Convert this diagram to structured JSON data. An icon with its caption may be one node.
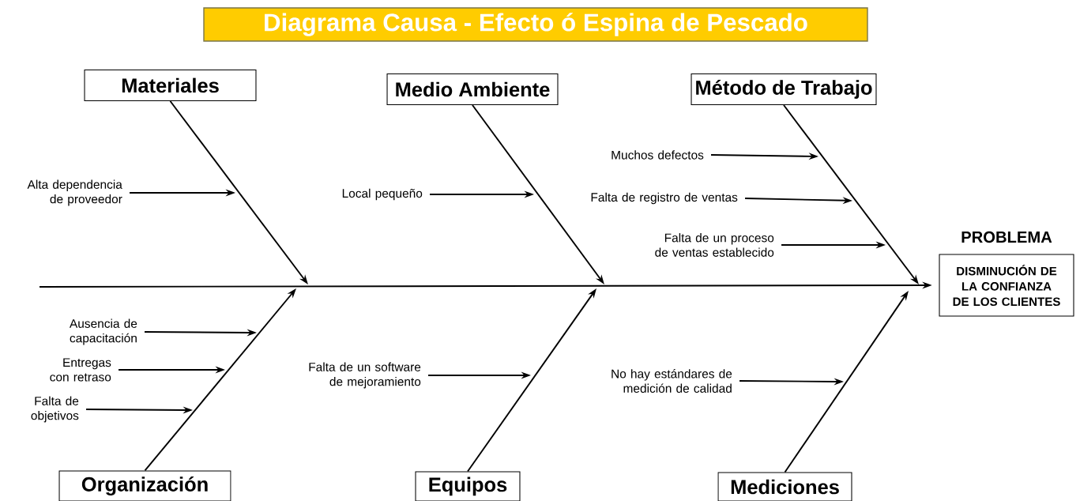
{
  "diagram": {
    "title": "Diagrama Causa - Efecto ó Espina de Pescado",
    "nodes": [
      {
        "text": [
          "Materiales"
        ]
      },
      {
        "text": [
          "Medio Ambiente"
        ]
      },
      {
        "text": [
          "Método de Trabajo"
        ]
      },
      {
        "text": [
          "Muchos defectos"
        ]
      },
      {
        "text": [
          "Alta dependencia de proveedor"
        ]
      },
      {
        "text": [
          "Local pequeño"
        ]
      },
      {
        "text": [
          "Falta de registro de ventas"
        ]
      },
      {
        "text": [
          "Falta de un proceso de ventas establecido"
        ]
      },
      {
        "text": [
          "PROBLEMA",
          "DISMINUCIÓN DE LA CONFIANZA DE LOS CLIENTES"
        ]
      },
      {
        "text": [
          "Ausencia de capacitación"
        ]
      },
      {
        "text": [
          "Entregas con retraso"
        ]
      },
      {
        "text": [
          "Falta de un software de mejoramiento"
        ]
      },
      {
        "text": [
          "No hay estándares de medición de calidad"
        ]
      },
      {
        "text": [
          "Falta de objetivos"
        ]
      },
      {
        "text": [
          "Organización"
        ]
      },
      {
        "text": [
          "Equipos"
        ]
      },
      {
        "text": [
          "Mediciones"
        ]
      }
    ],
    "edges": [
      {
        "from": 0,
        "to": null,
        "arrow": "to"
      },
      {
        "from": 1,
        "to": null,
        "arrow": "to"
      },
      {
        "from": 2,
        "to": null,
        "arrow": "to"
      },
      {
        "from": 14,
        "to": null,
        "arrow": "to"
      },
      {
        "from": 15,
        "to": null,
        "arrow": "to"
      },
      {
        "from": 16,
        "to": null,
        "arrow": "to"
      },
      {
        "from": null,
        "to": 8,
        "arrow": "to"
      },
      {
        "from": 4,
        "to": null,
        "arrow": "to"
      },
      {
        "from": 5,
        "to": null,
        "arrow": "to"
      },
      {
        "from": 3,
        "to": null,
        "arrow": "to"
      },
      {
        "from": 6,
        "to": null,
        "arrow": "to"
      },
      {
        "from": 7,
        "to": null,
        "arrow": "to"
      },
      {
        "from": 9,
        "to": null,
        "arrow": "to"
      },
      {
        "from": 10,
        "to": null,
        "arrow": "to"
      },
      {
        "from": 13,
        "to": null,
        "arrow": "to"
      },
      {
        "from": 11,
        "to": null,
        "arrow": "to"
      },
      {
        "from": 12,
        "to": null,
        "arrow": "to"
      }
    ]
  }
}
